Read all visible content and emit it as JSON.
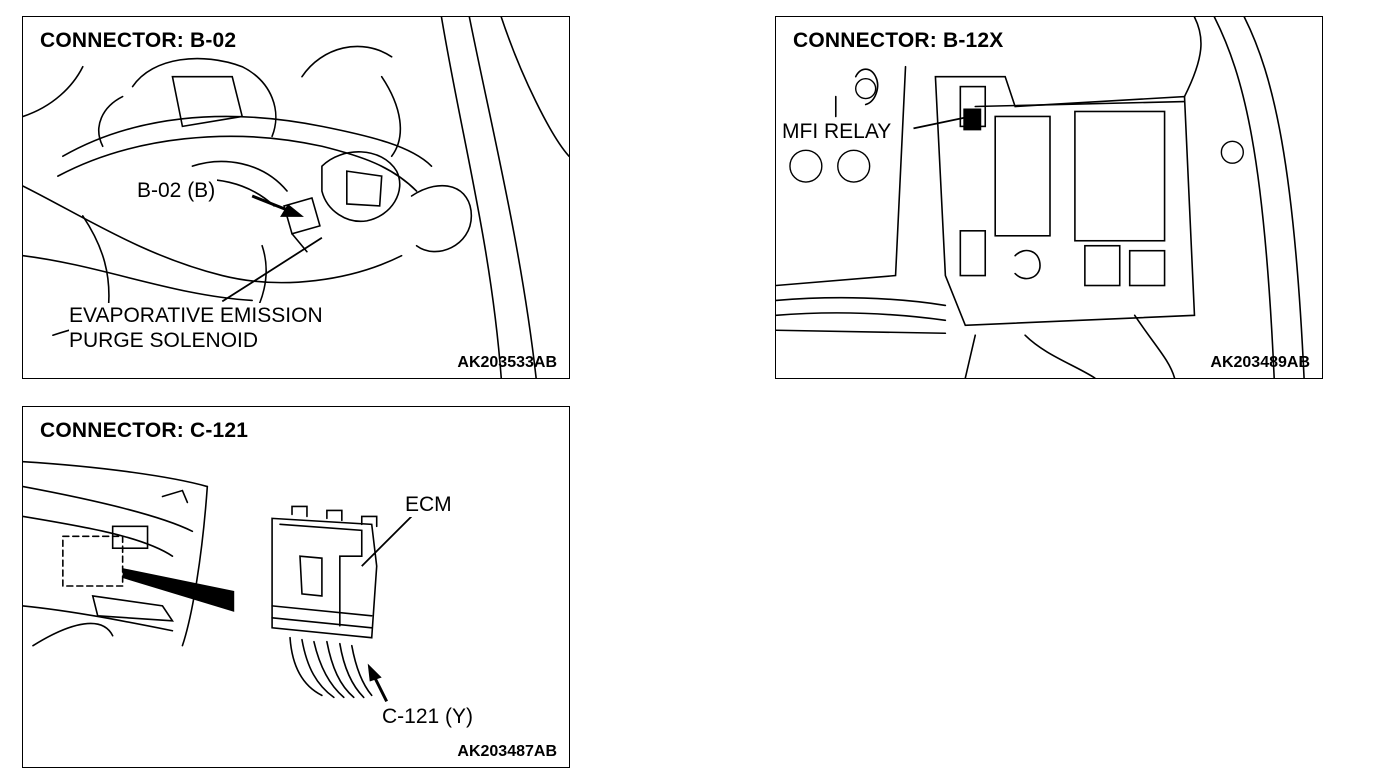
{
  "panels": [
    {
      "title": "CONNECTOR: B-02",
      "figure_code": "AK203533AB",
      "labels": {
        "connector": "B-02 (B)",
        "component_line1": "EVAPORATIVE EMISSION",
        "component_line2": "PURGE SOLENOID"
      }
    },
    {
      "title": "CONNECTOR: B-12X",
      "figure_code": "AK203489AB",
      "labels": {
        "component": "MFI RELAY"
      }
    },
    {
      "title": "CONNECTOR: C-121",
      "figure_code": "AK203487AB",
      "labels": {
        "component": "ECM",
        "connector": "C-121 (Y)"
      }
    }
  ]
}
